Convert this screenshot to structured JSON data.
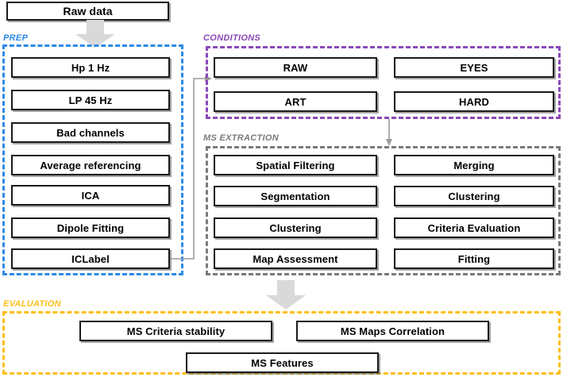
{
  "diagram": {
    "title": "Raw data",
    "entry": {
      "label": "Raw data"
    },
    "groups": {
      "prep": {
        "label": "PREP",
        "color": "#2e8ae6",
        "steps": [
          {
            "label": "Hp 1 Hz"
          },
          {
            "label": "LP 45 Hz"
          },
          {
            "label": "Bad channels"
          },
          {
            "label": "Average referencing"
          },
          {
            "label": "ICA"
          },
          {
            "label": "Dipole Fitting"
          },
          {
            "label": "ICLabel"
          }
        ]
      },
      "conditions": {
        "label": "CONDITIONS",
        "color": "#8a49b8",
        "left_column": [
          {
            "label": "RAW"
          },
          {
            "label": "ART"
          }
        ],
        "right_column": [
          {
            "label": "EYES"
          },
          {
            "label": "HARD"
          }
        ]
      },
      "extraction": {
        "label": "MS EXTRACTION",
        "color": "#7a7a7a",
        "left_column": [
          {
            "label": "Spatial Filtering"
          },
          {
            "label": "Segmentation"
          },
          {
            "label": "Clustering"
          },
          {
            "label": "Map Assessment"
          }
        ],
        "right_column": [
          {
            "label": "Merging"
          },
          {
            "label": "Clustering"
          },
          {
            "label": "Criteria Evaluation"
          },
          {
            "label": "Fitting"
          }
        ]
      },
      "evaluation": {
        "label": "EVALUATION",
        "color": "#fcbf19",
        "row1": [
          {
            "label": "MS Criteria stability"
          },
          {
            "label": "MS Maps Correlation"
          }
        ],
        "row2": [
          {
            "label": "MS Features"
          }
        ]
      }
    },
    "arrows": {
      "raw_to_prep": "fat-down-arrow",
      "prep_to_conditions": "elbow-arrow-right",
      "conditions_to_extraction": "thin-down-arrow",
      "extraction_to_evaluation": "fat-down-arrow"
    }
  }
}
